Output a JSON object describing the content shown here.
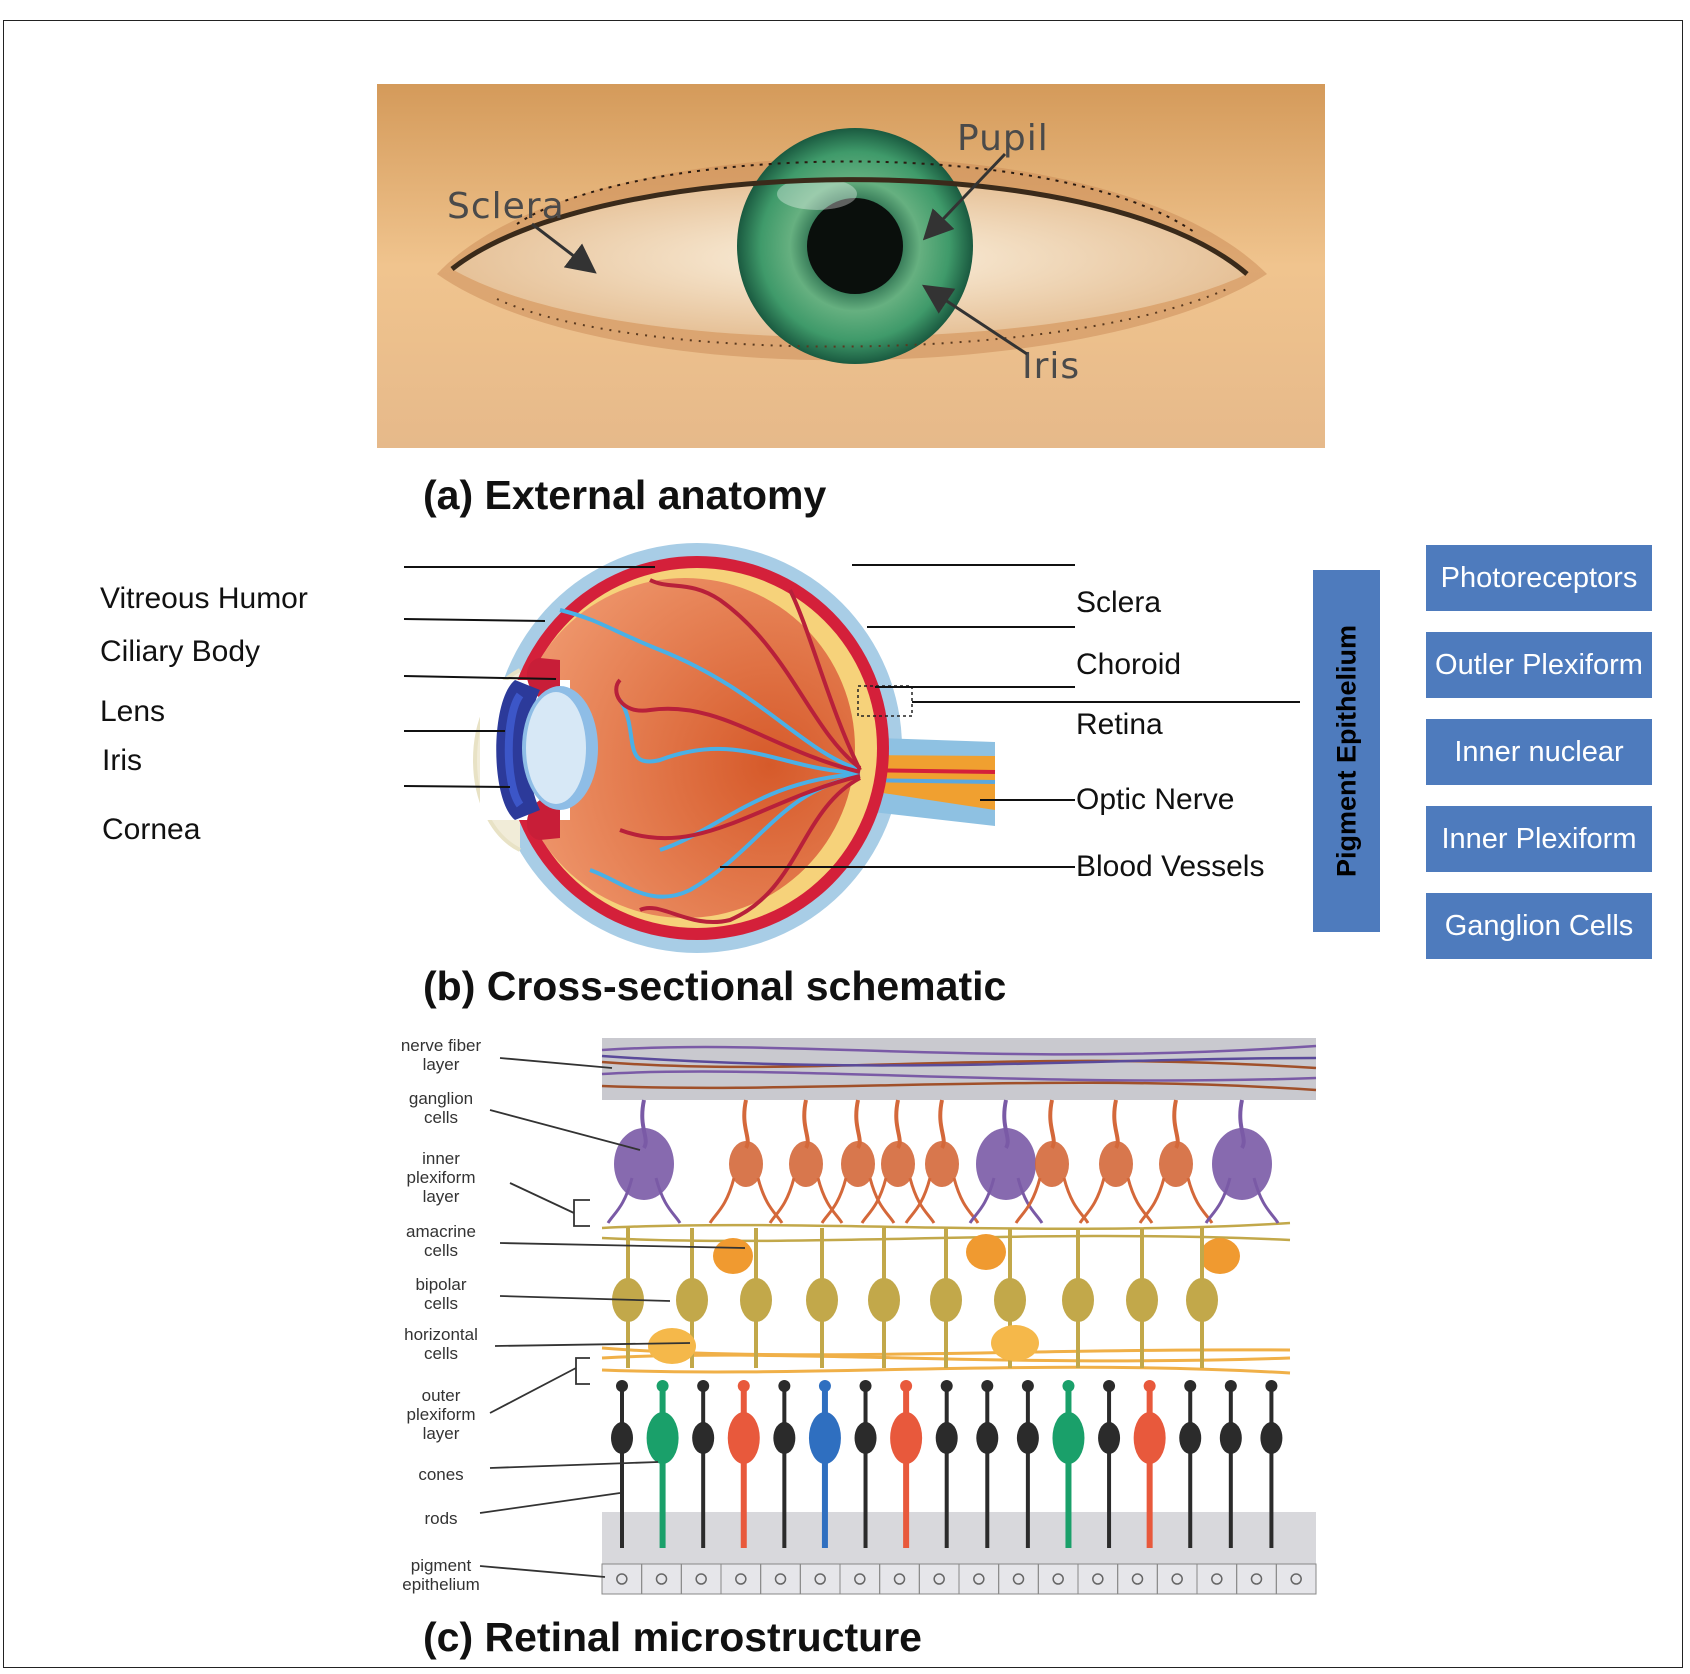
{
  "panel_a": {
    "caption": "(a)  External anatomy",
    "labels": {
      "sclera": "Sclera",
      "pupil": "Pupil",
      "iris": "Iris"
    }
  },
  "panel_b": {
    "caption": "(b) Cross-sectional schematic",
    "left_labels": [
      "Vitreous Humor",
      "Ciliary Body",
      "Lens",
      "Iris",
      "Cornea"
    ],
    "right_labels": [
      "Sclera",
      "Choroid",
      "Retina",
      "Optic Nerve",
      "Blood Vessels"
    ],
    "pigment_epithelium": "Pigment Epithelium",
    "retina_layers": [
      "Photoreceptors",
      "Outler Plexiform",
      "Inner nuclear",
      "Inner Plexiform",
      "Ganglion Cells"
    ]
  },
  "panel_c": {
    "caption": "(c) Retinal microstructure",
    "labels": [
      "nerve fiber\nlayer",
      "ganglion\ncells",
      "inner\nplexiform\nlayer",
      "amacrine\ncells",
      "bipolar\ncells",
      "horizontal\ncells",
      "outer\nplexiform\nlayer",
      "cones",
      "rods",
      "pigment\nepithelium"
    ]
  },
  "colors": {
    "box_blue": "#4e7bbd",
    "iris_green": "#3f9a6a",
    "eyeball_orange": "#e07040",
    "sclera_red": "#d4203a",
    "nerve_purple": "#7a5aa6",
    "ganglion_orange": "#d4683a",
    "bipolar_olive": "#c2a84a",
    "cone_green": "#1aa06a",
    "cone_red": "#e8593c",
    "cone_blue": "#2f6fc0",
    "rod_black": "#2b2b2b"
  }
}
